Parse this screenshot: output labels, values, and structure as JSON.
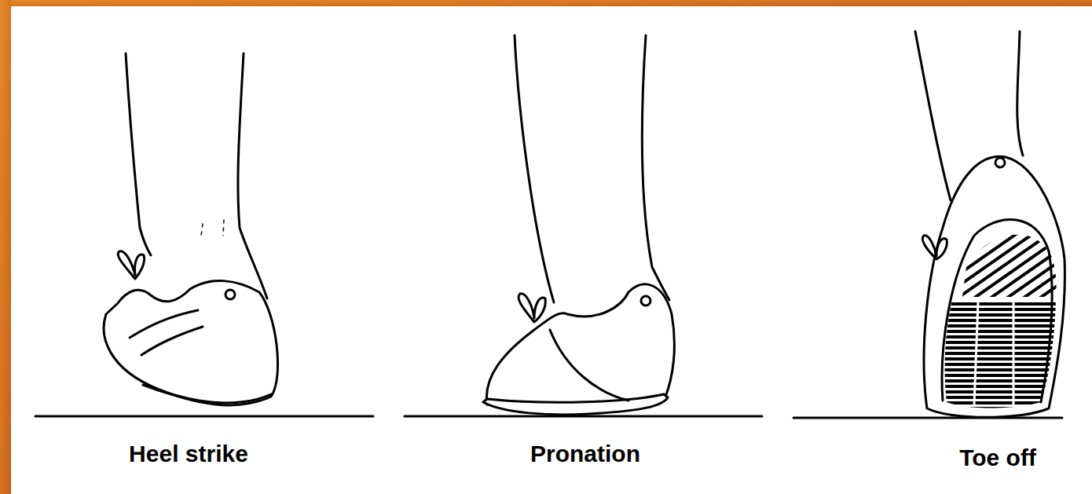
{
  "diagram": {
    "labels": [
      "Heel strike",
      "Pronation",
      "Toe off"
    ]
  }
}
